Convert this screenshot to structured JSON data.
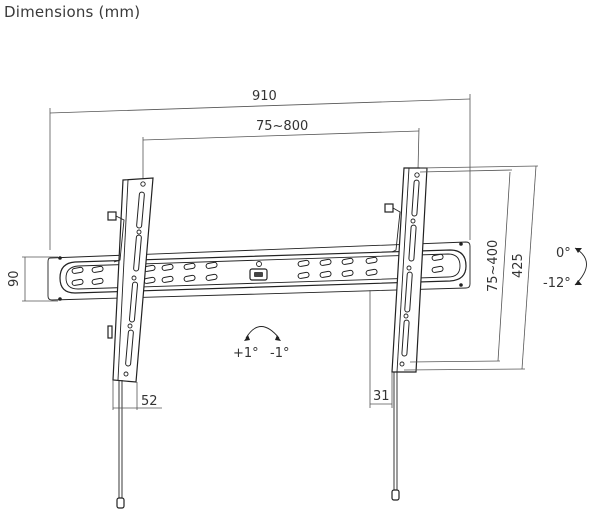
{
  "title": "Dimensions (mm)",
  "units": "mm",
  "dimensions": {
    "overall_width": "910",
    "vesa_horizontal": "75~800",
    "plate_height": "90",
    "vesa_vertical": "75~400",
    "arm_height": "425",
    "left_depth": "52",
    "right_depth": "31"
  },
  "tilt": {
    "top_label": "0°",
    "bottom_label": "-12°"
  },
  "level_adjust": {
    "plus_label": "+1°",
    "minus_label": "-1°"
  }
}
